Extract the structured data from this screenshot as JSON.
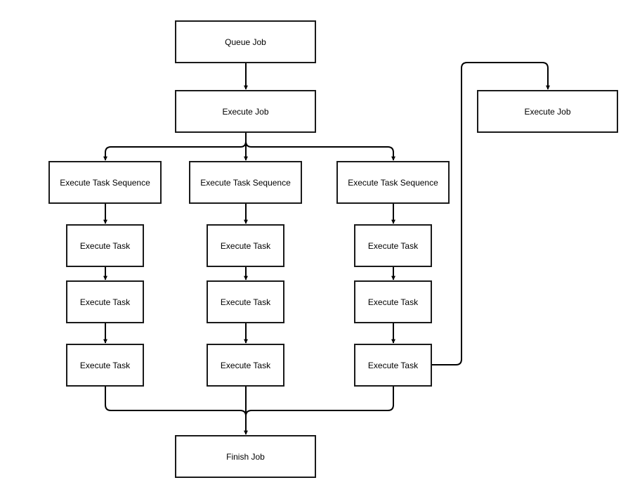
{
  "colors": {
    "line": "#000000",
    "border": "#1a1a1a",
    "background": "#ffffff",
    "text": "#000000"
  },
  "nodes": {
    "queue_job": "Queue Job",
    "execute_job": "Execute Job",
    "seq_1": "Execute Task Sequence",
    "seq_2": "Execute Task Sequence",
    "seq_3": "Execute Task Sequence",
    "task_1_1": "Execute Task",
    "task_1_2": "Execute Task",
    "task_1_3": "Execute Task",
    "task_2_1": "Execute Task",
    "task_2_2": "Execute Task",
    "task_2_3": "Execute Task",
    "task_3_1": "Execute Task",
    "task_3_2": "Execute Task",
    "task_3_3": "Execute Task",
    "execute_job_2": "Execute Job",
    "finish_job": "Finish Job"
  },
  "edges": [
    [
      "queue_job",
      "execute_job"
    ],
    [
      "execute_job",
      "seq_1"
    ],
    [
      "execute_job",
      "seq_2"
    ],
    [
      "execute_job",
      "seq_3"
    ],
    [
      "seq_1",
      "task_1_1"
    ],
    [
      "task_1_1",
      "task_1_2"
    ],
    [
      "task_1_2",
      "task_1_3"
    ],
    [
      "seq_2",
      "task_2_1"
    ],
    [
      "task_2_1",
      "task_2_2"
    ],
    [
      "task_2_2",
      "task_2_3"
    ],
    [
      "seq_3",
      "task_3_1"
    ],
    [
      "task_3_1",
      "task_3_2"
    ],
    [
      "task_3_2",
      "task_3_3"
    ],
    [
      "task_3_3",
      "execute_job_2"
    ],
    [
      "task_1_3",
      "finish_job"
    ],
    [
      "task_2_3",
      "finish_job"
    ],
    [
      "task_3_3",
      "finish_job"
    ]
  ]
}
